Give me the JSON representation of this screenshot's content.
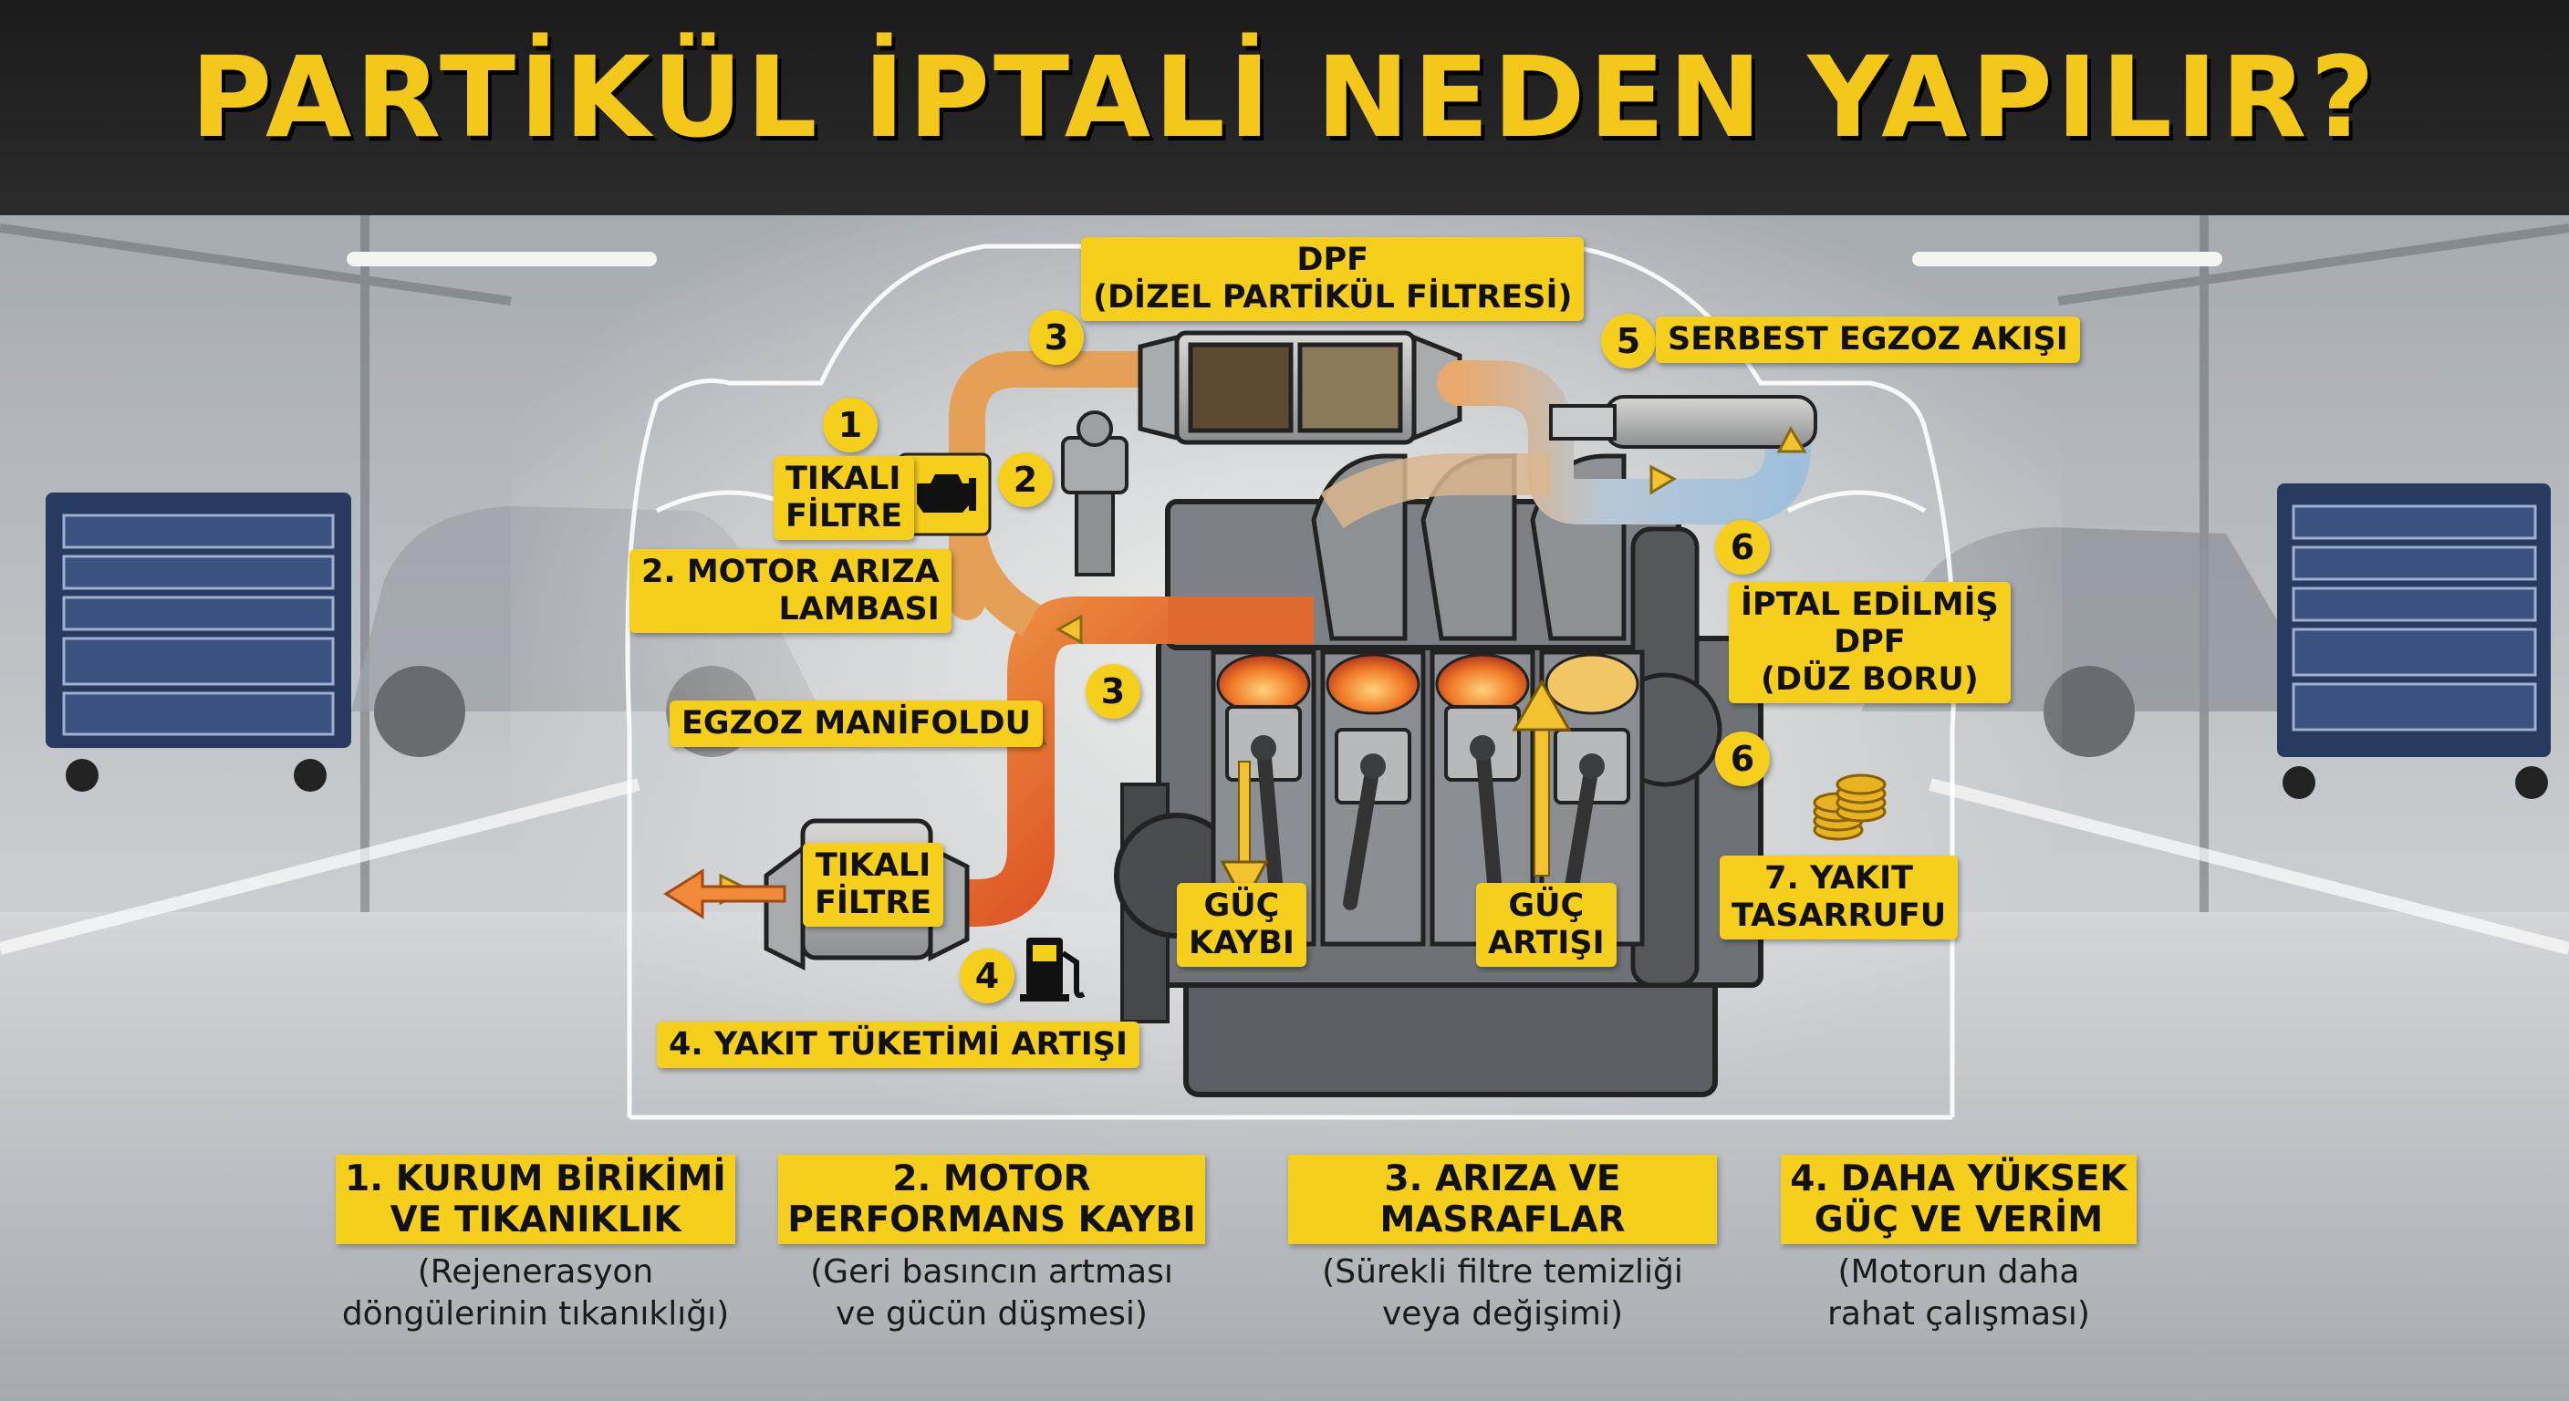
{
  "title": "PARTİKÜL İPTALİ NEDEN YAPILIR?",
  "colors": {
    "accent": "#F6CF1D",
    "banner": "#222222",
    "hot_exhaust": "#E8612A",
    "flow_arrow": "#F2C230",
    "clean_flow": "#A9C8DE"
  },
  "labels": {
    "dpf_line1": "DPF",
    "dpf_line2": "(DİZEL PARTİKÜL FİLTRESİ)",
    "free_exhaust": "SERBEST EGZOZ AKIŞI",
    "clogged_filter_top_line1": "TIKALI",
    "clogged_filter_top_line2": "FİLTRE",
    "engine_lamp_line1": "2. MOTOR ARIZA",
    "engine_lamp_line2": "LAMBASI",
    "exhaust_manifold": "EGZOZ MANİFOLDU",
    "clogged_filter_bottom_line1": "TIKALI",
    "clogged_filter_bottom_line2": "FİLTRE",
    "fuel_increase": "4. YAKIT TÜKETİMİ ARTIŞI",
    "power_loss_line1": "GÜÇ",
    "power_loss_line2": "KAYBI",
    "power_gain_line1": "GÜÇ",
    "power_gain_line2": "ARTIŞI",
    "removed_dpf_line1": "İPTAL EDİLMİŞ",
    "removed_dpf_line2": "DPF",
    "removed_dpf_line3": "(DÜZ BORU)",
    "fuel_saving_line1": "7. YAKIT",
    "fuel_saving_line2": "TASARRUFU"
  },
  "numbers": {
    "n1": "1",
    "n2": "2",
    "n3_dpf": "3",
    "n3_manifold": "3",
    "n4": "4",
    "n5": "5",
    "n6_top": "6",
    "n6_bottom": "6"
  },
  "bottom_reasons": [
    {
      "head_line1": "1. KURUM BİRİKİMİ",
      "head_line2": "VE TIKANIKLIK",
      "sub_line1": "(Rejenerasyon",
      "sub_line2": "döngülerinin tıkanıklığı)"
    },
    {
      "head_line1": "2. MOTOR",
      "head_line2": "PERFORMANS KAYBI",
      "sub_line1": "(Geri basıncın artması",
      "sub_line2": "ve gücün düşmesi)"
    },
    {
      "head_line1": "3. ARIZA VE MASRAFLAR",
      "head_line2": "",
      "sub_line1": "(Sürekli filtre temizliği",
      "sub_line2": "veya değişimi)"
    },
    {
      "head_line1": "4. DAHA YÜKSEK",
      "head_line2": "GÜÇ VE VERİM",
      "sub_line1": "(Motorun daha",
      "sub_line2": "rahat çalışması)"
    }
  ],
  "icons": [
    "check-engine-icon",
    "fuel-pump-icon",
    "coin-stack-icon",
    "dpf-filter-icon",
    "tailpipe-icon",
    "engine-block-icon",
    "tool-cabinet-icon",
    "car-icon"
  ]
}
